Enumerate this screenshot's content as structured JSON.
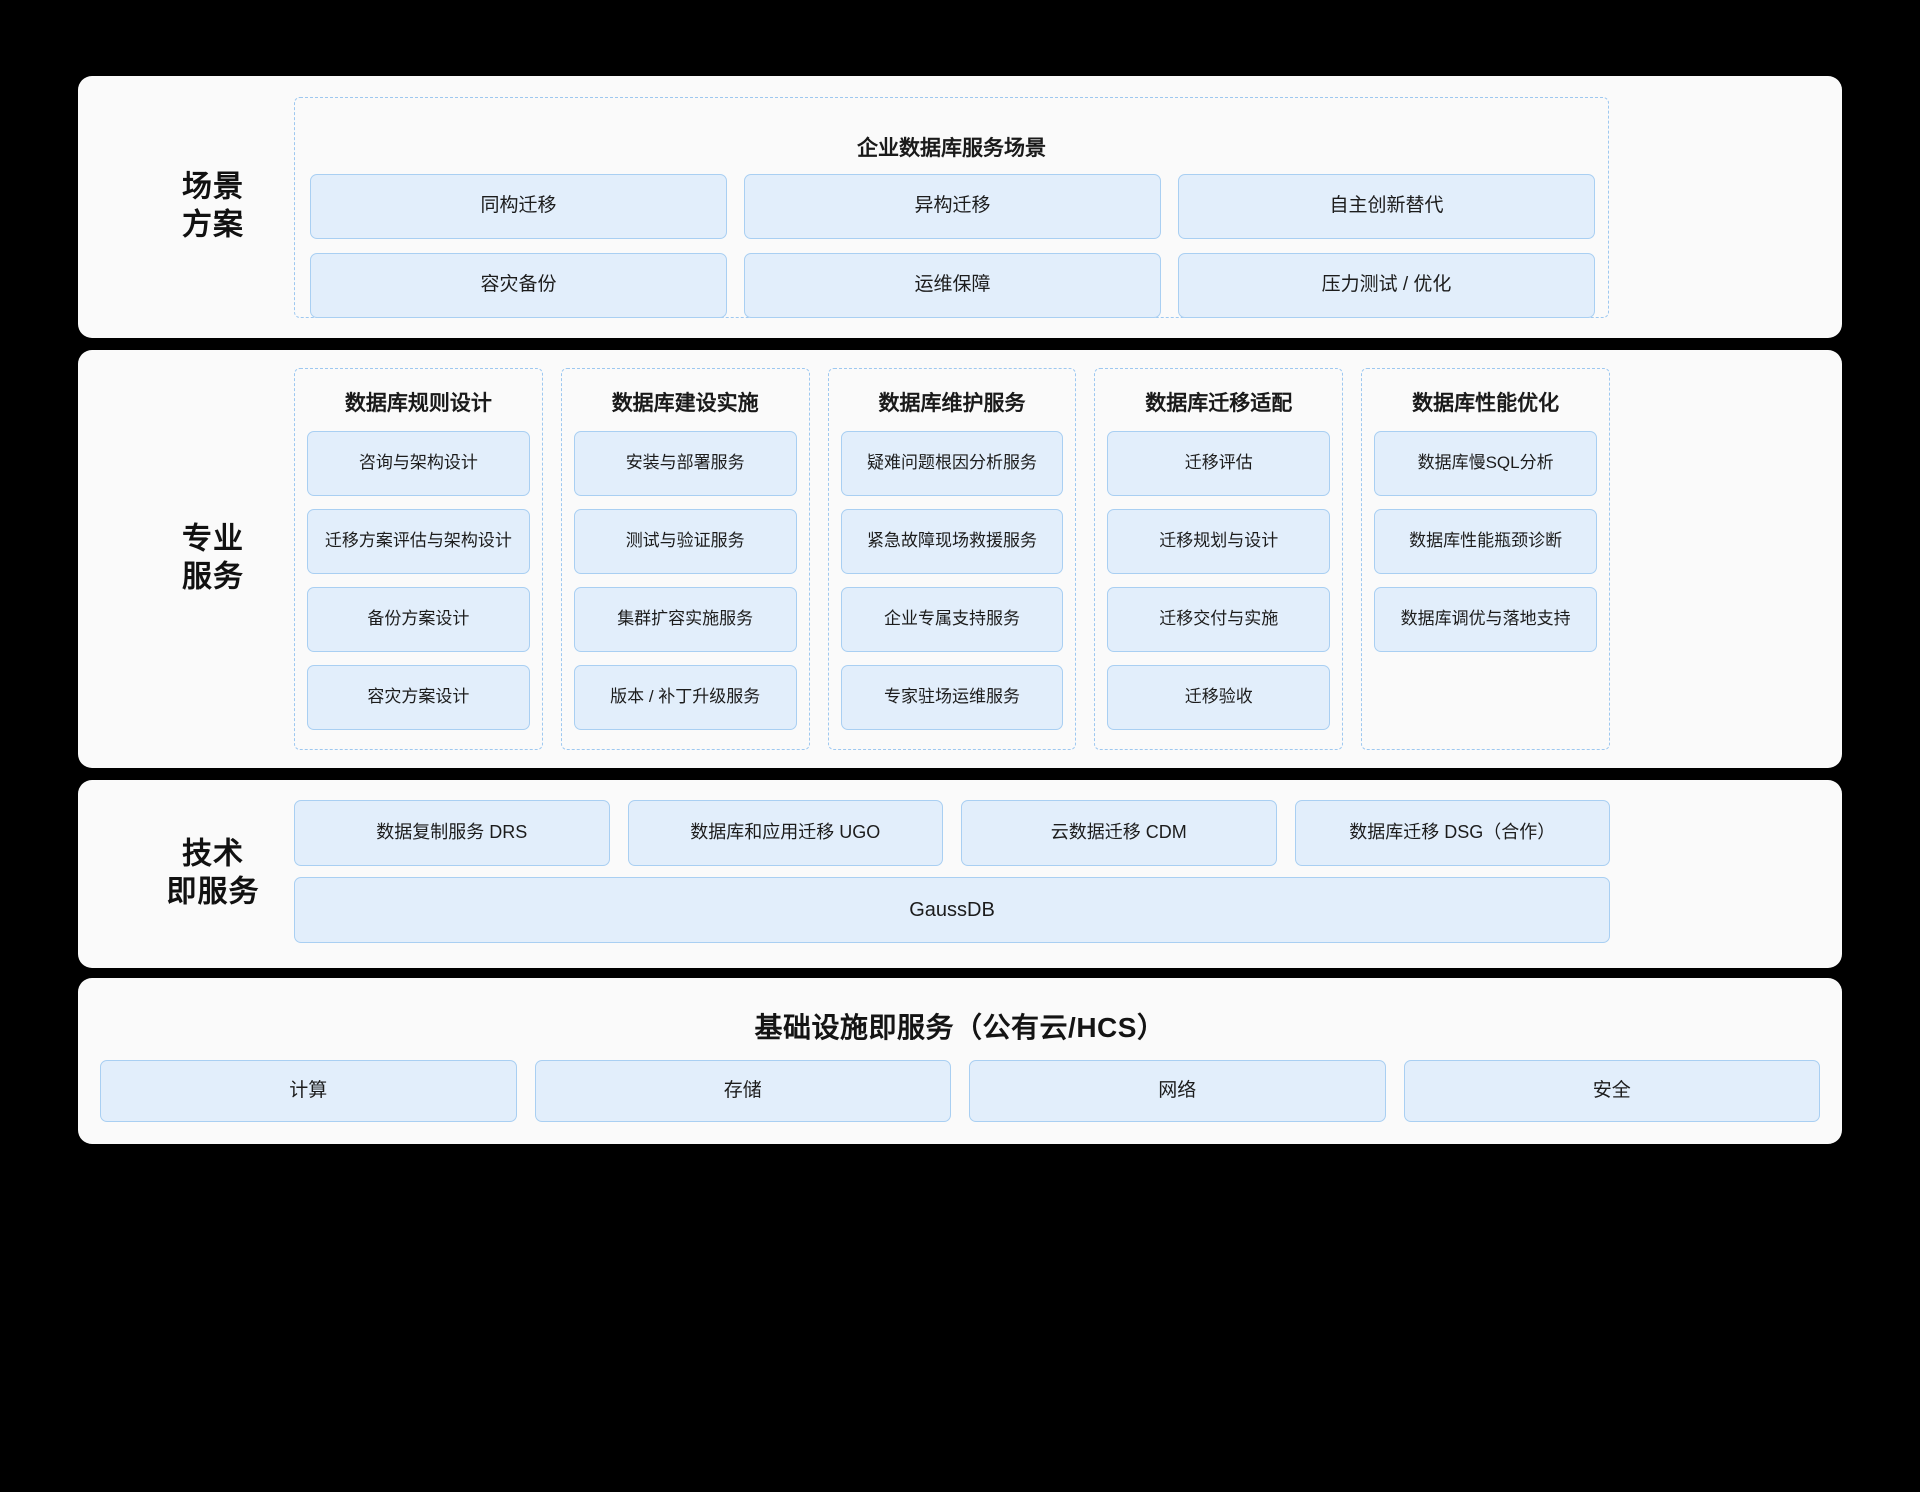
{
  "colors": {
    "page_background": "#000000",
    "panel_background": "#fafafa",
    "card_fill": "#e2eefb",
    "card_border": "#a9cff2",
    "dashed_border": "#9ec8f0",
    "text": "#1a1a1a"
  },
  "scenario": {
    "row_label": "场景\n方案",
    "title": "企业数据库服务场景",
    "items": [
      "同构迁移",
      "异构迁移",
      "自主创新替代",
      "容灾备份",
      "运维保障",
      "压力测试 / 优化"
    ]
  },
  "professional": {
    "row_label": "专业\n服务",
    "columns": [
      {
        "title": "数据库规则设计",
        "items": [
          "咨询与架构设计",
          "迁移方案评估与架构设计",
          "备份方案设计",
          "容灾方案设计"
        ]
      },
      {
        "title": "数据库建设实施",
        "items": [
          "安装与部署服务",
          "测试与验证服务",
          "集群扩容实施服务",
          "版本 / 补丁升级服务"
        ]
      },
      {
        "title": "数据库维护服务",
        "items": [
          "疑难问题根因分析服务",
          "紧急故障现场救援服务",
          "企业专属支持服务",
          "专家驻场运维服务"
        ]
      },
      {
        "title": "数据库迁移适配",
        "items": [
          "迁移评估",
          "迁移规划与设计",
          "迁移交付与实施",
          "迁移验收"
        ]
      },
      {
        "title": "数据库性能优化",
        "items": [
          "数据库慢SQL分析",
          "数据库性能瓶颈诊断",
          "数据库调优与落地支持"
        ]
      }
    ]
  },
  "technology": {
    "row_label": "技术\n即服务",
    "services": [
      "数据复制服务 DRS",
      "数据库和应用迁移 UGO",
      "云数据迁移 CDM",
      "数据库迁移 DSG（合作）"
    ],
    "platform": "GaussDB"
  },
  "infrastructure": {
    "title": "基础设施即服务（公有云/HCS）",
    "items": [
      "计算",
      "存储",
      "网络",
      "安全"
    ]
  }
}
